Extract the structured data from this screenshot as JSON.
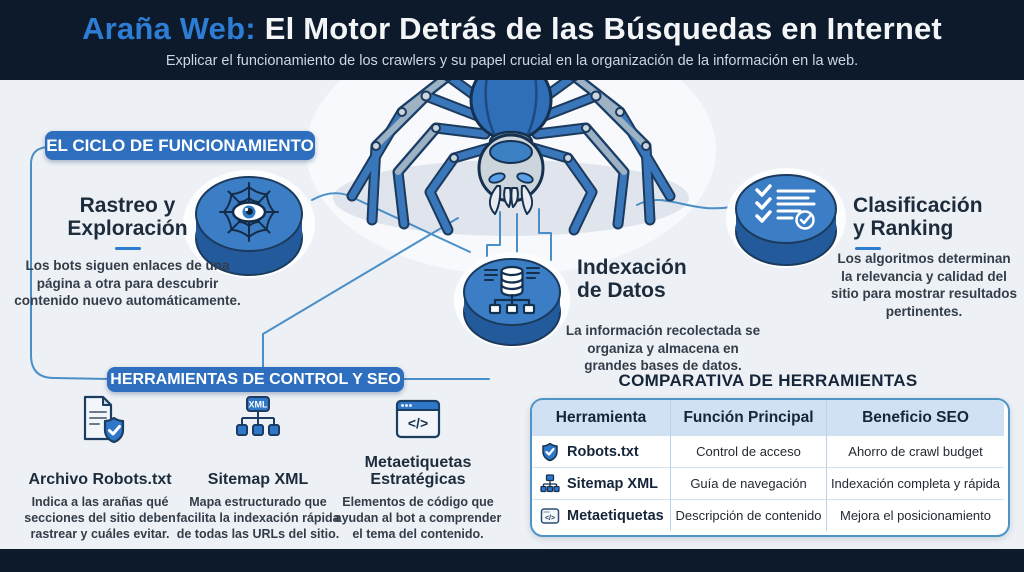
{
  "header": {
    "title_highlight": "Araña Web:",
    "title_rest": "El Motor Detrás de las Búsquedas en Internet",
    "subtitle": "Explicar el funcionamiento de los crawlers y su papel crucial en la organización de la información en la web."
  },
  "cycle": {
    "badge": "EL CICLO DE FUNCIONAMIENTO",
    "steps": [
      {
        "id": "rastreo",
        "icon": "web-eye-icon",
        "title_line1": "Rastreo y",
        "title_line2": "Exploración",
        "description": "Los bots siguen enlaces de una página a otra para descubrir contenido nuevo automáticamente."
      },
      {
        "id": "indexacion",
        "icon": "database-icon",
        "title_line1": "Indexación",
        "title_line2": "de Datos",
        "description": "La información recolectada se organiza y almacena en grandes bases de datos."
      },
      {
        "id": "clasificacion",
        "icon": "checklist-icon",
        "title_line1": "Clasificación",
        "title_line2": "y Ranking",
        "description": "Los algoritmos determinan la relevancia y calidad del sitio para mostrar resultados pertinentes."
      }
    ]
  },
  "tools": {
    "badge": "HERRAMIENTAS DE CONTROL Y SEO",
    "items": [
      {
        "icon": "document-shield-icon",
        "name_line1": "Archivo Robots.txt",
        "name_line2": "",
        "description": "Indica a las arañas qué secciones del sitio deben rastrear y cuáles evitar."
      },
      {
        "icon": "sitemap-icon",
        "name_line1": "Sitemap XML",
        "name_line2": "",
        "description": "Mapa estructurado que facilita la indexación rápida de todas las URLs del sitio."
      },
      {
        "icon": "code-window-icon",
        "name_line1": "Metaetiquetas",
        "name_line2": "Estratégicas",
        "description": "Elementos de código que ayudan al bot a comprender el tema del contenido."
      }
    ]
  },
  "comparison": {
    "title": "COMPARATIVA DE HERRAMIENTAS",
    "headers": [
      "Herramienta",
      "Función Principal",
      "Beneficio SEO"
    ],
    "rows": [
      {
        "icon": "shield-check-icon",
        "name": "Robots.txt",
        "funcion": "Control de acceso",
        "beneficio": "Ahorro de crawl budget"
      },
      {
        "icon": "sitemap-icon",
        "name": "Sitemap XML",
        "funcion": "Guía de navegación",
        "beneficio": "Indexación completa y rápida"
      },
      {
        "icon": "code-icon",
        "name": "Metaetiquetas",
        "funcion": "Descripción de contenido",
        "beneficio": "Mejora el posicionamiento"
      }
    ]
  },
  "icons": {
    "xml_label": "XML",
    "code_glyph": "</>"
  },
  "colors": {
    "header_bg": "#0c1a2b",
    "accent_blue": "#2e7dd4",
    "badge_bg": "#2d6fbe",
    "body_bg": "#edf0f4",
    "dark_text": "#1d2c3c",
    "disk_top": "#3b7ec6",
    "disk_side": "#235a9c",
    "connector": "#4a8fc7",
    "table_header_bg": "#cfe1f2",
    "table_border": "#4f94c7",
    "footer_bg": "#0c1a2b"
  }
}
